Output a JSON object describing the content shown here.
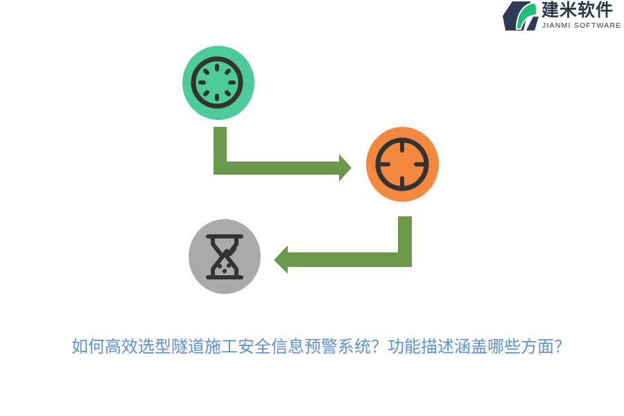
{
  "logo": {
    "name_cn": "建米软件",
    "name_en": "JIANMI SOFTWARE",
    "colors": {
      "dark": "#2f3a55",
      "green": "#1fbf7a"
    }
  },
  "diagram": {
    "nodes": [
      {
        "id": "node-1",
        "icon": "loading-spinner-icon",
        "bg_color": "#4ecb9b",
        "icon_color": "#333333"
      },
      {
        "id": "node-2",
        "icon": "crosshair-target-icon",
        "bg_color": "#f5883f",
        "icon_color": "#333333"
      },
      {
        "id": "node-3",
        "icon": "hourglass-icon",
        "bg_color": "#aaaaaa",
        "icon_color": "#333333"
      }
    ],
    "arrows": [
      {
        "from": "node-1",
        "to": "node-2",
        "shape": "elbow-down-right",
        "color": "#6a994c"
      },
      {
        "from": "node-2",
        "to": "node-3",
        "shape": "elbow-down-left",
        "color": "#6a994c"
      }
    ]
  },
  "caption": {
    "text": "如何高效选型隧道施工安全信息预警系统？功能描述涵盖哪些方面？",
    "color": "#5b8fd8"
  }
}
